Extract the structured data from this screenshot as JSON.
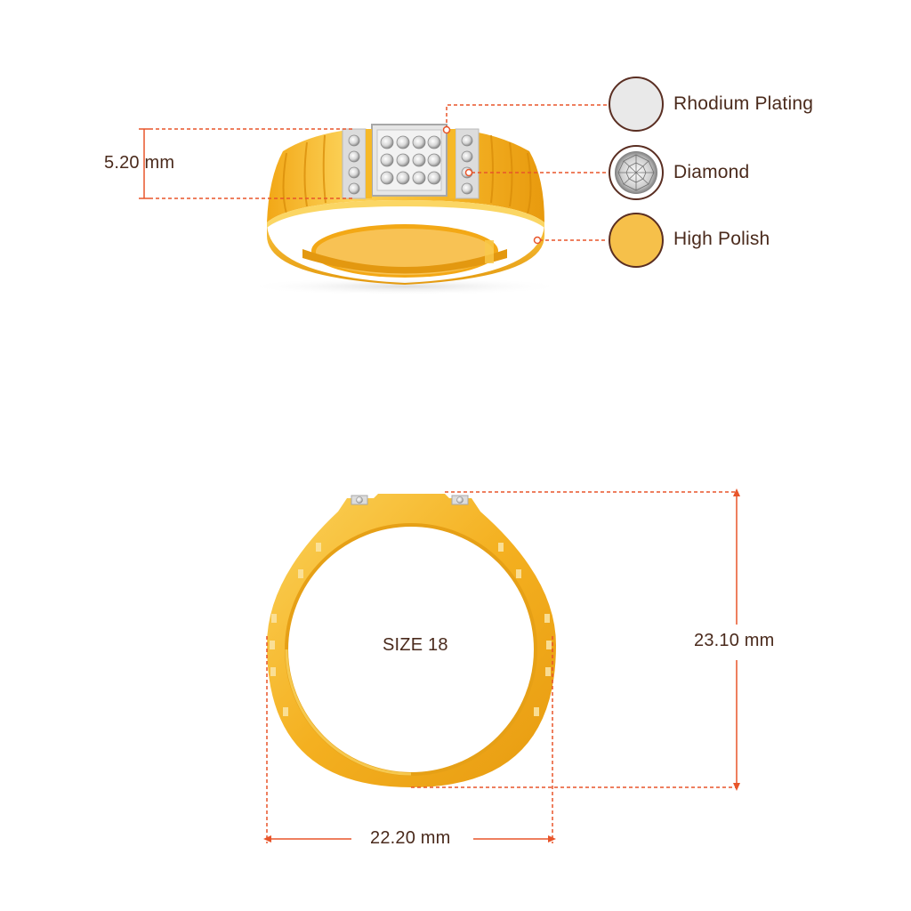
{
  "measurements": {
    "band_width": "5.20 mm",
    "ring_height": "23.10 mm",
    "ring_width": "22.20 mm",
    "size": "SIZE 18"
  },
  "legend": [
    {
      "label": "Rhodium Plating",
      "icon": "rhodium-swatch",
      "color": "#e9e9e9"
    },
    {
      "label": "Diamond",
      "icon": "diamond-swatch",
      "color": "#ffffff"
    },
    {
      "label": "High Polish",
      "icon": "gold-swatch",
      "color": "#f6c04a"
    }
  ],
  "colors": {
    "accent_line": "#e8552a",
    "text": "#4a2a1c",
    "gold": "#f5b82a",
    "gold_dark": "#e19a10"
  }
}
